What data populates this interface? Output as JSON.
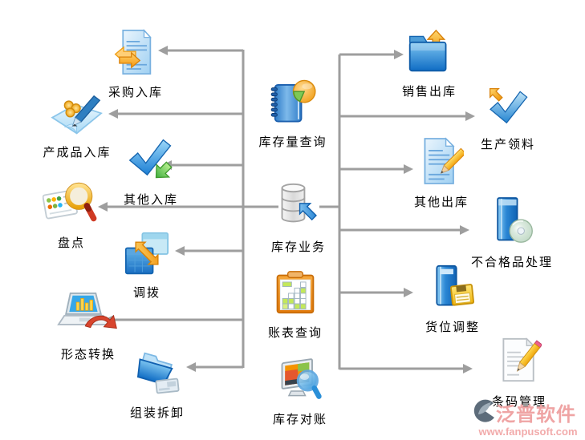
{
  "diagram": {
    "left_nodes": [
      {
        "id": "purchase-inbound",
        "label": "采购入库",
        "icon": "document-transfer-icon"
      },
      {
        "id": "finished-goods-inbound",
        "label": "产成品入库",
        "icon": "sheet-pen-coins-icon"
      },
      {
        "id": "other-inbound",
        "label": "其他入库",
        "icon": "checkmark-green-arrow-icon"
      },
      {
        "id": "stocktaking",
        "label": "盘点",
        "icon": "magnifier-card-icon"
      },
      {
        "id": "transfer",
        "label": "调拨",
        "icon": "windows-swap-arrow-icon"
      },
      {
        "id": "form-conversion",
        "label": "形态转换",
        "icon": "laptop-chart-red-arrow-icon"
      },
      {
        "id": "assembly-disassembly",
        "label": "组装拆卸",
        "icon": "folder-card-icon"
      }
    ],
    "center_nodes": [
      {
        "id": "inventory-quantity-query",
        "label": "库存量查询",
        "icon": "notebook-pie-chart-icon"
      },
      {
        "id": "inventory-business",
        "label": "库存业务",
        "icon": "database-arrow-icon"
      },
      {
        "id": "report-query",
        "label": "账表查询",
        "icon": "clipboard-grid-icon"
      },
      {
        "id": "inventory-reconciliation",
        "label": "库存对账",
        "icon": "monitor-magnifier-icon"
      }
    ],
    "right_nodes": [
      {
        "id": "sales-outbound",
        "label": "销售出库",
        "icon": "folder-up-arrow-icon"
      },
      {
        "id": "production-material-picking",
        "label": "生产领料",
        "icon": "checkmark-orange-arrow-icon"
      },
      {
        "id": "other-outbound",
        "label": "其他出库",
        "icon": "document-pencil-icon"
      },
      {
        "id": "defective-goods-handling",
        "label": "不合格品处理",
        "icon": "box-cd-icon"
      },
      {
        "id": "goods-location-adjustment",
        "label": "货位调整",
        "icon": "binder-floppy-icon"
      },
      {
        "id": "barcode-management",
        "label": "条码管理",
        "icon": "paper-pencil-icon"
      }
    ]
  },
  "watermark": {
    "brand": "泛普软件",
    "url": "www.fanpusoft.com"
  },
  "colors": {
    "connector": "#9e9e9e",
    "brand_pink": "#efa4a4",
    "label_text": "#000000",
    "background": "#ffffff"
  }
}
